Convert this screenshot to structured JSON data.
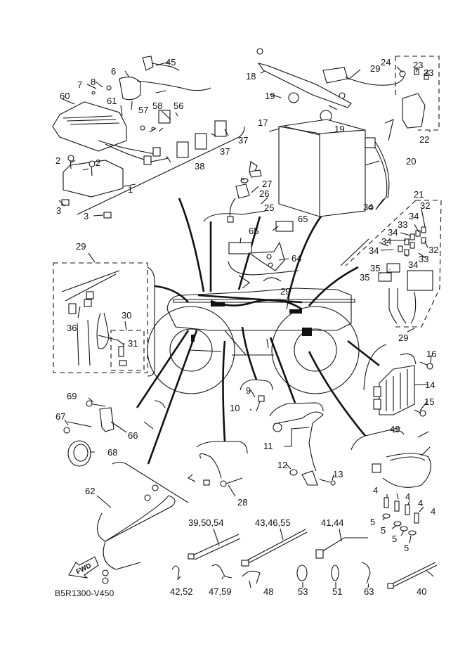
{
  "diagram": {
    "title": "Electrical parts exploded view",
    "drawing_code": "B5R1300-V450",
    "direction_arrow_label": "FWD",
    "callouts": [
      {
        "id": "c1",
        "text": "1"
      },
      {
        "id": "c2a",
        "text": "2"
      },
      {
        "id": "c2b",
        "text": "2"
      },
      {
        "id": "c3a",
        "text": "3"
      },
      {
        "id": "c3b",
        "text": "3"
      },
      {
        "id": "c4a",
        "text": "4"
      },
      {
        "id": "c4b",
        "text": "4"
      },
      {
        "id": "c4c",
        "text": "4"
      },
      {
        "id": "c4d",
        "text": "4"
      },
      {
        "id": "c5a",
        "text": "5"
      },
      {
        "id": "c5b",
        "text": "5"
      },
      {
        "id": "c5c",
        "text": "5"
      },
      {
        "id": "c5d",
        "text": "5"
      },
      {
        "id": "c6",
        "text": "6"
      },
      {
        "id": "c7",
        "text": "7"
      },
      {
        "id": "c8",
        "text": "8"
      },
      {
        "id": "c9",
        "text": "9"
      },
      {
        "id": "c10",
        "text": "10"
      },
      {
        "id": "c11",
        "text": "11"
      },
      {
        "id": "c12",
        "text": "12"
      },
      {
        "id": "c13",
        "text": "13"
      },
      {
        "id": "c14",
        "text": "14"
      },
      {
        "id": "c15",
        "text": "15"
      },
      {
        "id": "c16",
        "text": "16"
      },
      {
        "id": "c17",
        "text": "17"
      },
      {
        "id": "c18",
        "text": "18"
      },
      {
        "id": "c19a",
        "text": "19"
      },
      {
        "id": "c19b",
        "text": "19"
      },
      {
        "id": "c20",
        "text": "20"
      },
      {
        "id": "c21",
        "text": "21"
      },
      {
        "id": "c22",
        "text": "22"
      },
      {
        "id": "c23a",
        "text": "23"
      },
      {
        "id": "c23b",
        "text": "23"
      },
      {
        "id": "c24",
        "text": "24"
      },
      {
        "id": "c25",
        "text": "25"
      },
      {
        "id": "c26",
        "text": "26"
      },
      {
        "id": "c27",
        "text": "27"
      },
      {
        "id": "c28",
        "text": "28"
      },
      {
        "id": "c29a",
        "text": "29"
      },
      {
        "id": "c29b",
        "text": "29"
      },
      {
        "id": "c29c",
        "text": "29"
      },
      {
        "id": "c29d",
        "text": "29"
      },
      {
        "id": "c30",
        "text": "30"
      },
      {
        "id": "c31",
        "text": "31"
      },
      {
        "id": "c32a",
        "text": "32"
      },
      {
        "id": "c32b",
        "text": "32"
      },
      {
        "id": "c33a",
        "text": "33"
      },
      {
        "id": "c33b",
        "text": "33"
      },
      {
        "id": "c34a",
        "text": "34"
      },
      {
        "id": "c34b",
        "text": "34"
      },
      {
        "id": "c34c",
        "text": "34"
      },
      {
        "id": "c34d",
        "text": "34"
      },
      {
        "id": "c34e",
        "text": "34"
      },
      {
        "id": "c34f",
        "text": "34"
      },
      {
        "id": "c35a",
        "text": "35"
      },
      {
        "id": "c35b",
        "text": "35"
      },
      {
        "id": "c36",
        "text": "36"
      },
      {
        "id": "c37a",
        "text": "37"
      },
      {
        "id": "c37b",
        "text": "37"
      },
      {
        "id": "c38",
        "text": "38"
      },
      {
        "id": "c39",
        "text": "39,50,54"
      },
      {
        "id": "c40",
        "text": "40"
      },
      {
        "id": "c41",
        "text": "41,44"
      },
      {
        "id": "c42",
        "text": "42,52"
      },
      {
        "id": "c43",
        "text": "43,46,55"
      },
      {
        "id": "c45",
        "text": "45"
      },
      {
        "id": "c47",
        "text": "47,59"
      },
      {
        "id": "c48",
        "text": "48"
      },
      {
        "id": "c49",
        "text": "49"
      },
      {
        "id": "c51",
        "text": "51"
      },
      {
        "id": "c53",
        "text": "53"
      },
      {
        "id": "c56",
        "text": "56"
      },
      {
        "id": "c57",
        "text": "57"
      },
      {
        "id": "c58",
        "text": "58"
      },
      {
        "id": "c60",
        "text": "60"
      },
      {
        "id": "c61",
        "text": "61"
      },
      {
        "id": "c62",
        "text": "62"
      },
      {
        "id": "c63",
        "text": "63"
      },
      {
        "id": "c64",
        "text": "64"
      },
      {
        "id": "c65a",
        "text": "65"
      },
      {
        "id": "c65b",
        "text": "65"
      },
      {
        "id": "c66",
        "text": "66"
      },
      {
        "id": "c67",
        "text": "67"
      },
      {
        "id": "c68",
        "text": "68"
      },
      {
        "id": "c69",
        "text": "69"
      }
    ]
  }
}
